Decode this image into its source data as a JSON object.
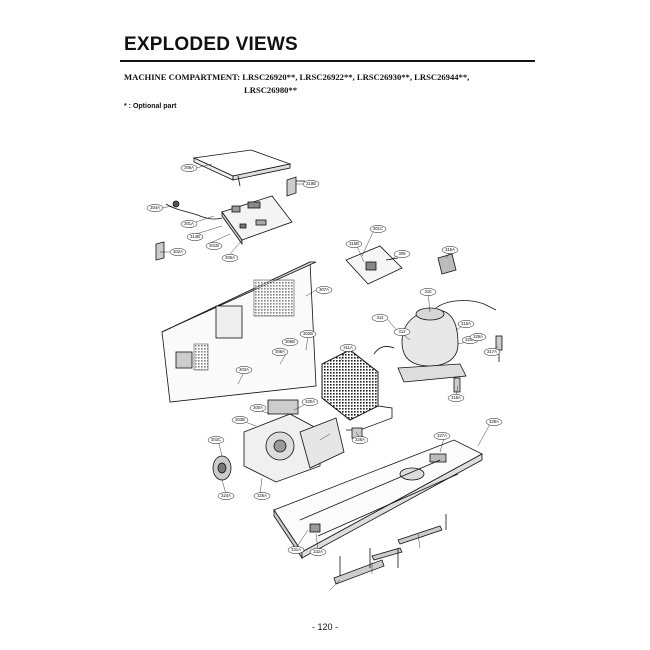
{
  "header": {
    "title": "EXPLODED VIEWS",
    "line1": "MACHINE COMPARTMENT: LRSC26920**, LRSC26922**, LRSC26930**, LRSC26944**,",
    "line2": "LRSC26980**",
    "note": "* : Optional part"
  },
  "parts": {
    "p306": "306A",
    "p319": "319B",
    "p304": "304A",
    "p301a": "301A",
    "p314": "314B",
    "p301b": "301B",
    "p305a": "305A",
    "p302a": "302A",
    "p301c": "301C",
    "p315": "315B",
    "p309": "309",
    "p315a": "315A",
    "p307": "307A",
    "p310": "310",
    "p312": "312",
    "p313": "313",
    "p316": "316A",
    "p320": "320A",
    "p329": "329A",
    "p317": "317A",
    "p318": "318A",
    "p311": "311A",
    "p302b": "302B",
    "p305b": "305B",
    "p308": "308A",
    "p303a": "303A",
    "p330": "330A",
    "p300": "300A",
    "p303b": "303B",
    "p303c": "303C",
    "p324": "324A",
    "p325": "325A",
    "p326": "326A",
    "p327": "327A",
    "p328": "328A",
    "p331": "331A",
    "p332": "332A"
  },
  "footer": {
    "page": "- 120 -"
  }
}
